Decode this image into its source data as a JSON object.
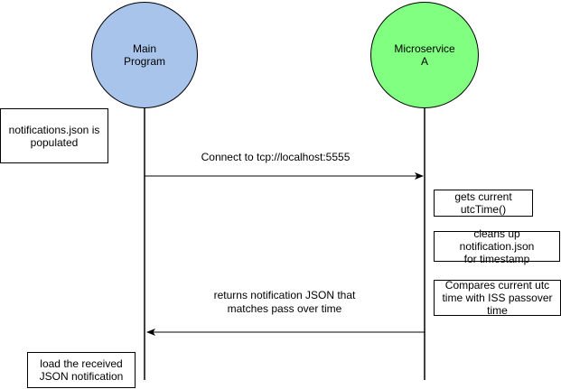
{
  "colors": {
    "main_program_fill": "#A9C4EB",
    "microservice_fill": "#80FF80",
    "stroke": "#000000"
  },
  "actors": {
    "main_program": {
      "label": "Main\nProgram"
    },
    "microservice_a": {
      "label": "Microservice\nA"
    }
  },
  "notes": {
    "notifications_populated": "notifications.json is\npopulated",
    "gets_utc_time": "gets current\nutcTime()",
    "cleans_up": "cleans up notification.json\nfor timestamp",
    "compares_time": "Compares current utc\ntime with ISS passover\ntime",
    "load_received": "load the received\nJSON notification"
  },
  "messages": {
    "connect": "Connect to tcp://localhost:5555",
    "returns": "returns notification JSON that\nmatches pass over time"
  }
}
